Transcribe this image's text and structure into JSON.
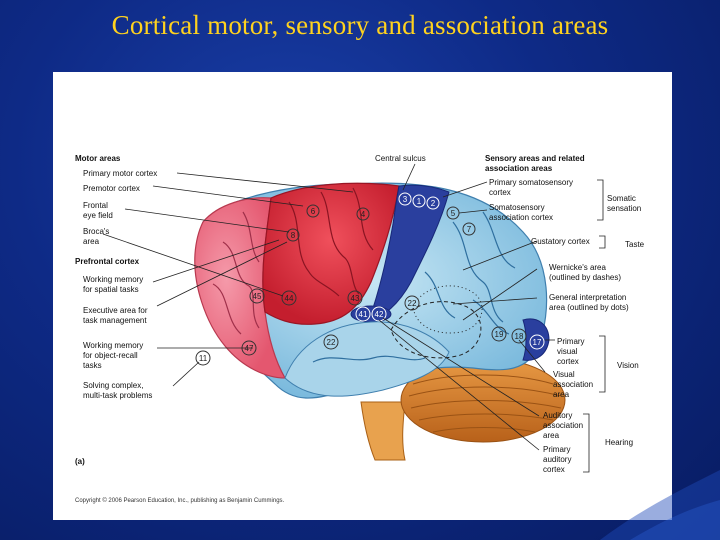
{
  "slide": {
    "title": "Cortical motor, sensory and association areas"
  },
  "figure": {
    "panel_label": "(a)",
    "copyright": "Copyright © 2006 Pearson Education, Inc., publishing as Benjamin Cummings.",
    "left_labels": {
      "motor_heading": "Motor areas",
      "primary_motor": "Primary motor cortex",
      "premotor": "Premotor cortex",
      "frontal_eye_1": "Frontal",
      "frontal_eye_2": "eye field",
      "brocas_1": "Broca's",
      "brocas_2": "area",
      "prefrontal_heading": "Prefrontal cortex",
      "wm_spatial_1": "Working memory",
      "wm_spatial_2": "for spatial tasks",
      "executive_1": "Executive area for",
      "executive_2": "task management",
      "wm_object_1": "Working memory",
      "wm_object_2": "for  object-recall",
      "wm_object_3": "tasks",
      "solving_1": "Solving complex,",
      "solving_2": "multi-task problems"
    },
    "top_labels": {
      "central_sulcus": "Central sulcus",
      "sensory_heading_1": "Sensory areas and related",
      "sensory_heading_2": "association areas"
    },
    "right_labels": {
      "primary_soma_1": "Primary somatosensory",
      "primary_soma_2": "cortex",
      "soma_assoc_1": "Somatosensory",
      "soma_assoc_2": "association cortex",
      "somatic_1": "Somatic",
      "somatic_2": "sensation",
      "gustatory": "Gustatory cortex",
      "taste": "Taste",
      "wernicke_1": "Wernicke's area",
      "wernicke_2": "(outlined by dashes)",
      "general_1": "General interpretation",
      "general_2": "area (outlined by dots)",
      "primary_visual_1": "Primary",
      "primary_visual_2": "visual",
      "primary_visual_3": "cortex",
      "visual_assoc_1": "Visual",
      "visual_assoc_2": "association",
      "visual_assoc_3": "area",
      "vision": "Vision",
      "auditory_assoc_1": "Auditory",
      "auditory_assoc_2": "association",
      "auditory_assoc_3": "area",
      "hearing": "Hearing",
      "primary_auditory_1": "Primary",
      "primary_auditory_2": "auditory",
      "primary_auditory_3": "cortex"
    },
    "area_numbers": {
      "n3": "3",
      "n1": "1",
      "n2": "2",
      "n5": "5",
      "n6": "6",
      "n4": "4",
      "n7": "7",
      "n8": "8",
      "n45": "45",
      "n44": "44",
      "n43": "43",
      "n41": "41",
      "n42": "42",
      "n22a": "22",
      "n22b": "22",
      "n47": "47",
      "n11": "11",
      "n19": "19",
      "n18": "18",
      "n17": "17"
    },
    "colors": {
      "motor_red": "#e2303f",
      "prefrontal_pink": "#ee6b82",
      "somatosensory_blue": "#2a3f9e",
      "association_light_blue": "#9fd0e8",
      "cerebellum_orange": "#d9822b",
      "background_blue": "#0e2a86",
      "title_yellow": "#ffd21e"
    }
  }
}
